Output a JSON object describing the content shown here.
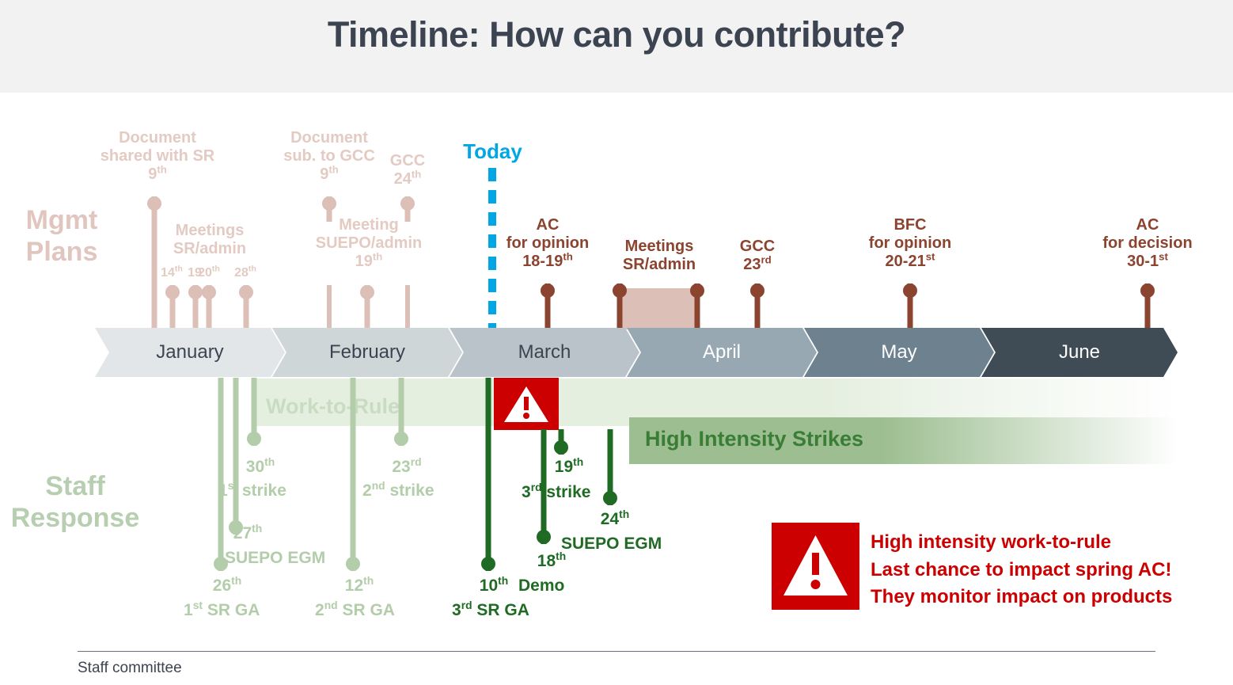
{
  "header": {
    "title": "Timeline: How can you contribute?"
  },
  "rows": {
    "mgmt_label_line1": "Mgmt",
    "mgmt_label_line2": "Plans",
    "staff_label_line1": "Staff",
    "staff_label_line2": "Response"
  },
  "today": {
    "label": "Today"
  },
  "months": [
    {
      "name": "January",
      "bg": "#e2e6e8",
      "fg": "#3d4451"
    },
    {
      "name": "February",
      "bg": "#ced6d8",
      "fg": "#3d4451"
    },
    {
      "name": "March",
      "bg": "#b9c3c9",
      "fg": "#3d4451"
    },
    {
      "name": "April",
      "bg": "#97a8b3",
      "fg": "#ffffff"
    },
    {
      "name": "May",
      "bg": "#6d818f",
      "fg": "#ffffff"
    },
    {
      "name": "June",
      "bg": "#3f4b55",
      "fg": "#ffffff"
    }
  ],
  "mgmt_events": [
    {
      "title": "Document\nshared with SR",
      "date": "9",
      "suffix": "th",
      "tone": "light"
    },
    {
      "title": "Meetings\nSR/admin",
      "date": "14",
      "suffix": "th",
      "tone": "light"
    },
    {
      "date": "19",
      "suffix": "",
      "tone": "light"
    },
    {
      "date": "20",
      "suffix": "th",
      "tone": "light"
    },
    {
      "date": "28",
      "suffix": "th",
      "tone": "light"
    },
    {
      "title": "Document\nsub. to GCC",
      "date": "9",
      "suffix": "th",
      "tone": "light"
    },
    {
      "title": "GCC",
      "date": "24",
      "suffix": "th",
      "tone": "light"
    },
    {
      "title": "Meeting\nSUEPO/admin",
      "date": "19",
      "suffix": "th",
      "tone": "light"
    },
    {
      "title": "AC\nfor opinion",
      "date": "18-19",
      "suffix": "th",
      "tone": "dark"
    },
    {
      "title": "Meetings\nSR/admin",
      "date": "",
      "suffix": "",
      "tone": "dark"
    },
    {
      "title": "GCC",
      "date": "23",
      "suffix": "rd",
      "tone": "dark"
    },
    {
      "title": "BFC\nfor opinion",
      "date": "20-21",
      "suffix": "st",
      "tone": "dark"
    },
    {
      "title": "AC\nfor decision",
      "date": "30-1",
      "suffix": "st",
      "tone": "dark"
    }
  ],
  "mgmt_text": {
    "jan_doc_l1": "Document",
    "jan_doc_l2": "shared with SR",
    "jan_doc_date": "9",
    "jan_doc_sup": "th",
    "jan_meet_l1": "Meetings",
    "jan_meet_l2": "SR/admin",
    "jan_d14": "14",
    "jan_d14_sup": "th",
    "jan_d19": "19",
    "jan_d19_sup": "",
    "jan_d20": "20",
    "jan_d20_sup": "th",
    "jan_d28": "28",
    "jan_d28_sup": "th",
    "feb_doc_l1": "Document",
    "feb_doc_l2": "sub. to GCC",
    "feb_doc_date": "9",
    "feb_doc_sup": "th",
    "feb_gcc": "GCC",
    "feb_gcc_date": "24",
    "feb_gcc_sup": "th",
    "feb_meet_l1": "Meeting",
    "feb_meet_l2": "SUEPO/admin",
    "feb_meet_date": "19",
    "feb_meet_sup": "th",
    "mar_ac_l1": "AC",
    "mar_ac_l2": "for opinion",
    "mar_ac_date": "18-19",
    "mar_ac_sup": "th",
    "apr_meet_l1": "Meetings",
    "apr_meet_l2": "SR/admin",
    "apr_gcc_l1": "GCC",
    "apr_gcc_date": "23",
    "apr_gcc_sup": "rd",
    "may_bfc_l1": "BFC",
    "may_bfc_l2": "for opinion",
    "may_bfc_date": "20-21",
    "may_bfc_sup": "st",
    "jun_ac_l1": "AC",
    "jun_ac_l2": "for decision",
    "jun_ac_date": "30-1",
    "jun_ac_sup": "st"
  },
  "staff_text": {
    "jan_30": "30",
    "jan_30_sup": "th",
    "jan_strike1_a": "1",
    "jan_strike1_sup": "st",
    "jan_strike1_b": " strike",
    "jan_27": "27",
    "jan_27_sup": "th",
    "jan_egm": "SUEPO EGM",
    "jan_26": "26",
    "jan_26_sup": "th",
    "jan_ga1_a": "1",
    "jan_ga1_sup": "st",
    "jan_ga1_b": " SR GA",
    "feb_23": "23",
    "feb_23_sup": "rd",
    "feb_strike2_a": "2",
    "feb_strike2_sup": "nd",
    "feb_strike2_b": " strike",
    "feb_12": "12",
    "feb_12_sup": "th",
    "feb_ga2_a": "2",
    "feb_ga2_sup": "nd",
    "feb_ga2_b": " SR GA",
    "mar_10": "10",
    "mar_10_sup": "th",
    "mar_ga3_a": "3",
    "mar_ga3_sup": "rd",
    "mar_ga3_b": " SR GA",
    "mar_19": "19",
    "mar_19_sup": "th",
    "mar_strike3_a": "3",
    "mar_strike3_sup": "rd",
    "mar_strike3_b": " strike",
    "mar_18": "18",
    "mar_18_sup": "th",
    "mar_demo": "Demo",
    "mar_24": "24",
    "mar_24_sup": "th",
    "mar_egm": "SUEPO EGM"
  },
  "bands": {
    "work_to_rule": "Work-to-Rule",
    "high_intensity": "High Intensity Strikes"
  },
  "legend": {
    "line1": "High intensity work-to-rule",
    "line2": "Last chance to impact spring AC!",
    "line3": "They monitor impact on products"
  },
  "footer": {
    "text": "Staff committee"
  },
  "colors": {
    "title": "#3d4451",
    "header_bg": "#f2f2f2",
    "today": "#00a7e4",
    "mgmt_light": "#dcbfb6",
    "mgmt_dark": "#8b4430",
    "staff_light": "#b3cdaa",
    "staff_dark": "#1f6b24",
    "alert_red": "#cc0000",
    "band_light_green": "#e5efe0",
    "band_green": "#9cbe90"
  }
}
